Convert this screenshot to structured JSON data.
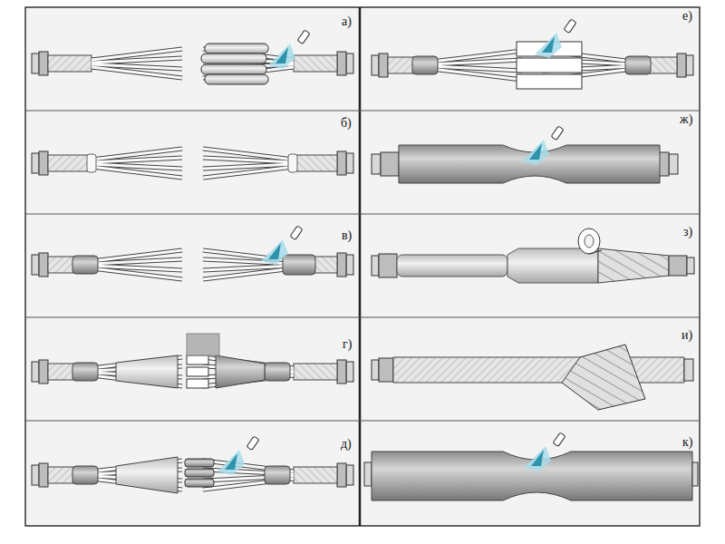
{
  "diagram": {
    "labels": [
      "а)",
      "б)",
      "в)",
      "г)",
      "д)",
      "е)",
      "ж)",
      "з)",
      "и)",
      "к)"
    ]
  }
}
